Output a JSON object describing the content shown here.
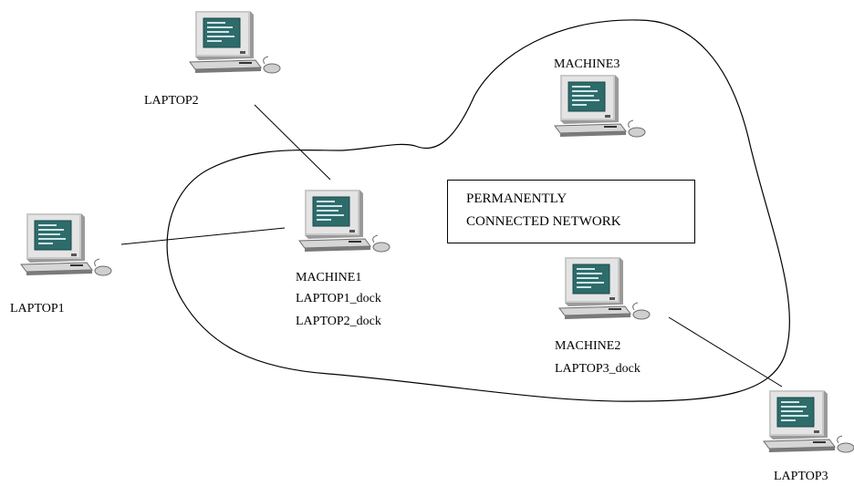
{
  "nodes": {
    "laptop2": {
      "label": "LAPTOP2"
    },
    "machine3": {
      "label": "MACHINE3"
    },
    "machine1": {
      "label": "MACHINE1",
      "dock1": "LAPTOP1_dock",
      "dock2": "LAPTOP2_dock"
    },
    "laptop1": {
      "label": "LAPTOP1"
    },
    "machine2": {
      "label": "MACHINE2",
      "dock1": "LAPTOP3_dock"
    },
    "laptop3": {
      "label": "LAPTOP3"
    }
  },
  "network_box": {
    "line1": "PERMANENTLY",
    "line2": "CONNECTED NETWORK"
  },
  "icon": "desktop-computer-icon",
  "colors": {
    "screen": "#2e6b6b",
    "case": "#c8c8c8",
    "line": "#000000"
  }
}
